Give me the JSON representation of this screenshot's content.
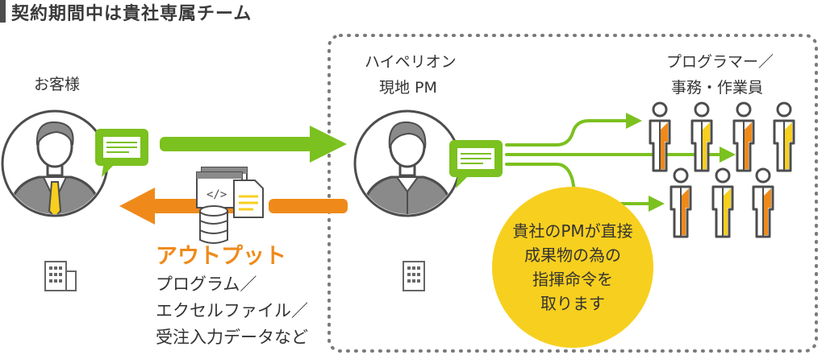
{
  "title": "契約期間中は貴社専属チーム",
  "customer": {
    "label": "お客様"
  },
  "pm": {
    "line1": "ハイペリオン",
    "line2": "現地 PM"
  },
  "workers": {
    "line1": "プログラマー／",
    "line2": "事務・作業員"
  },
  "output": {
    "heading": "アウトプット",
    "items": [
      "プログラム／",
      "エクセルファイル／",
      "受注入力データなど"
    ]
  },
  "note": {
    "lines": [
      "貴社のPMが直接",
      "成果物の為の",
      "指揮命令を",
      "取ります"
    ]
  },
  "colors": {
    "green": "#7bc11f",
    "orange": "#ef8a1a",
    "yellow": "#f7cf1e",
    "dark": "#4d4d4d",
    "gray": "#8a8a8a"
  },
  "icons": [
    "customer-avatar-icon",
    "speech-bubble-icon",
    "pm-avatar-icon",
    "document-stack-icon",
    "database-icon",
    "building-icon",
    "worker-icon"
  ]
}
